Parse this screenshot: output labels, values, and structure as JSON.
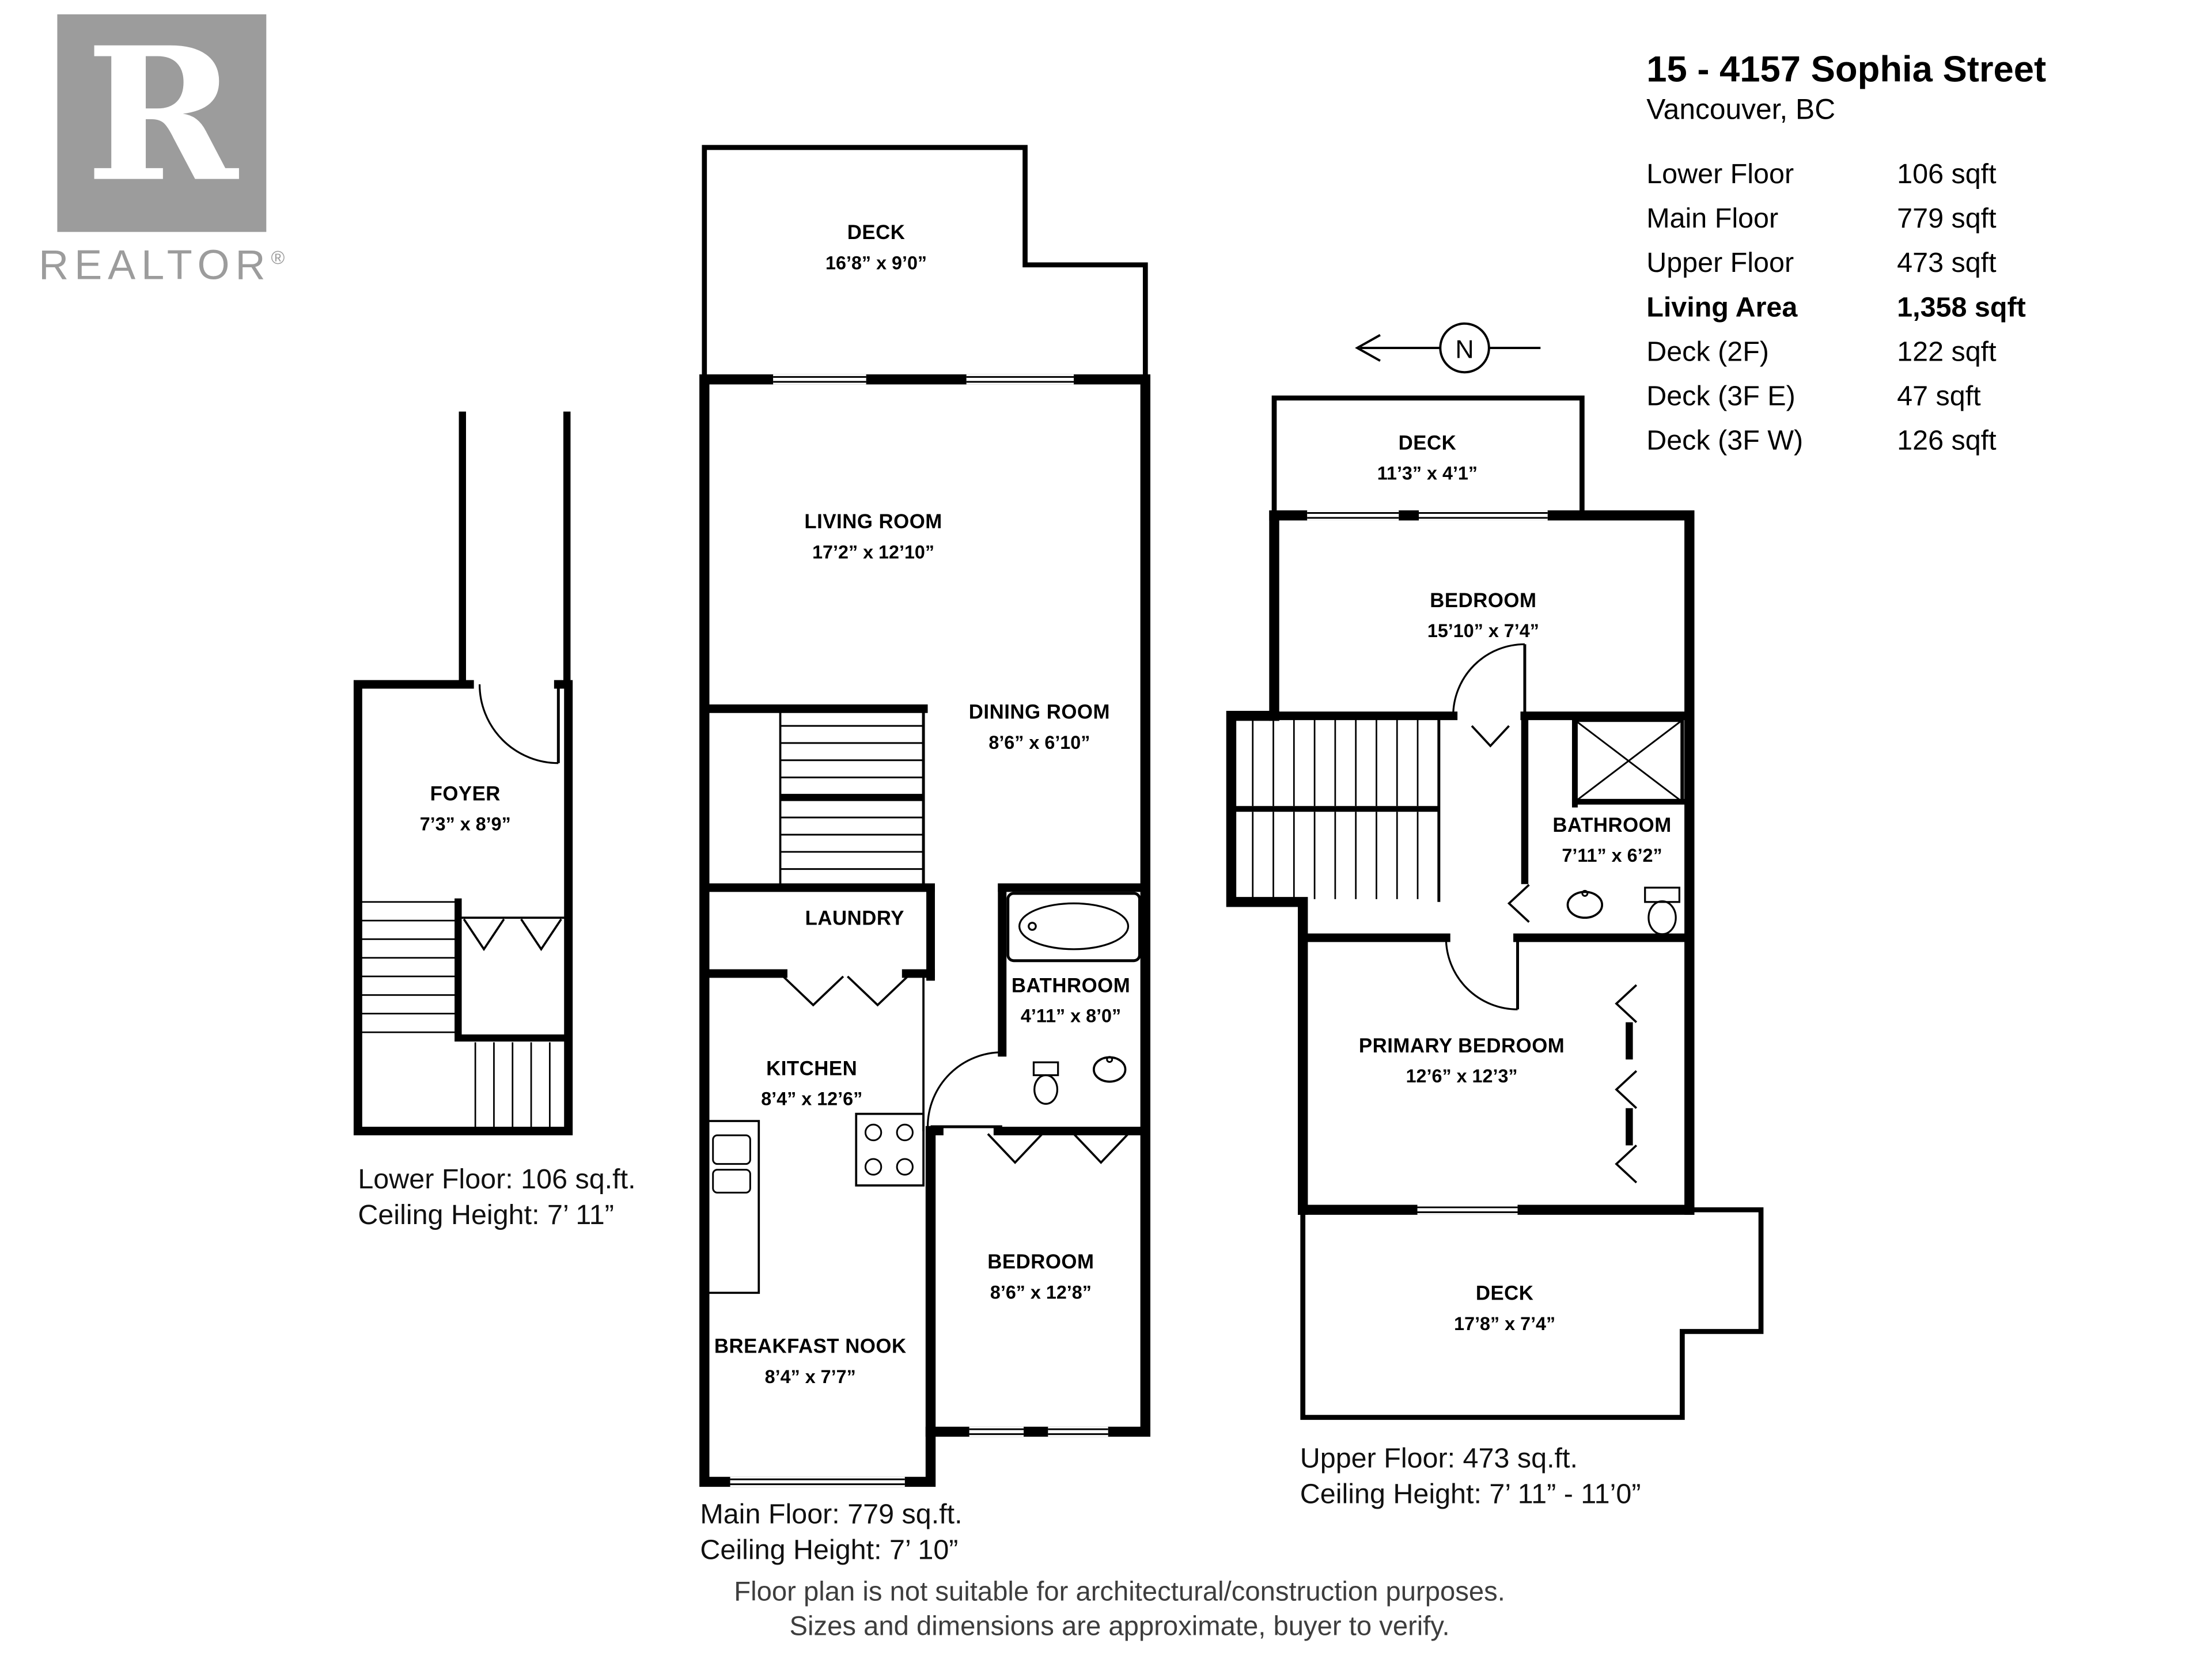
{
  "meta": {
    "brand": "REALTOR",
    "brand_reg": "®"
  },
  "header": {
    "title": "15 - 4157 Sophia Street",
    "subtitle": "Vancouver, BC",
    "stats": [
      {
        "label": "Lower Floor",
        "value": "106 sqft"
      },
      {
        "label": "Main Floor",
        "value": "779 sqft"
      },
      {
        "label": "Upper Floor",
        "value": "473 sqft"
      },
      {
        "label": "Living Area",
        "value": "1,358 sqft"
      },
      {
        "label": "Deck (2F)",
        "value": "122 sqft"
      },
      {
        "label": "Deck (3F E)",
        "value": "47 sqft"
      },
      {
        "label": "Deck (3F W)",
        "value": "126 sqft"
      }
    ]
  },
  "compass": {
    "label": "N"
  },
  "floors": {
    "lower": {
      "rooms": [
        {
          "name": "FOYER",
          "dims": "7’3” x 8’9”"
        }
      ],
      "caption_line1": "Lower Floor: 106 sq.ft.",
      "caption_line2": "Ceiling Height: 7’ 11”"
    },
    "main": {
      "rooms": [
        {
          "name": "DECK",
          "dims": "16’8” x 9’0”"
        },
        {
          "name": "LIVING ROOM",
          "dims": "17’2” x 12’10”"
        },
        {
          "name": "DINING ROOM",
          "dims": "8’6” x 6’10”"
        },
        {
          "name": "LAUNDRY",
          "dims": ""
        },
        {
          "name": "BATHROOM",
          "dims": "4’11” x 8’0”"
        },
        {
          "name": "KITCHEN",
          "dims": "8’4” x 12’6”"
        },
        {
          "name": "BEDROOM",
          "dims": "8’6” x 12’8”"
        },
        {
          "name": "BREAKFAST NOOK",
          "dims": "8’4” x 7’7”"
        }
      ],
      "caption_line1": "Main Floor: 779 sq.ft.",
      "caption_line2": "Ceiling Height: 7’ 10”"
    },
    "upper": {
      "rooms": [
        {
          "name": "DECK",
          "dims": "11’3” x 4’1”"
        },
        {
          "name": "BEDROOM",
          "dims": "15’10” x 7’4”"
        },
        {
          "name": "BATHROOM",
          "dims": "7’11” x 6’2”"
        },
        {
          "name": "PRIMARY BEDROOM",
          "dims": "12’6” x 12’3”"
        },
        {
          "name": "DECK",
          "dims": "17’8” x 7’4”"
        }
      ],
      "caption_line1": "Upper Floor: 473 sq.ft.",
      "caption_line2": "Ceiling Height: 7’ 11” - 11’0”"
    }
  },
  "footer": {
    "line1": "Floor plan is not suitable for architectural/construction purposes.",
    "line2": "Sizes and dimensions are approximate, buyer to verify."
  }
}
